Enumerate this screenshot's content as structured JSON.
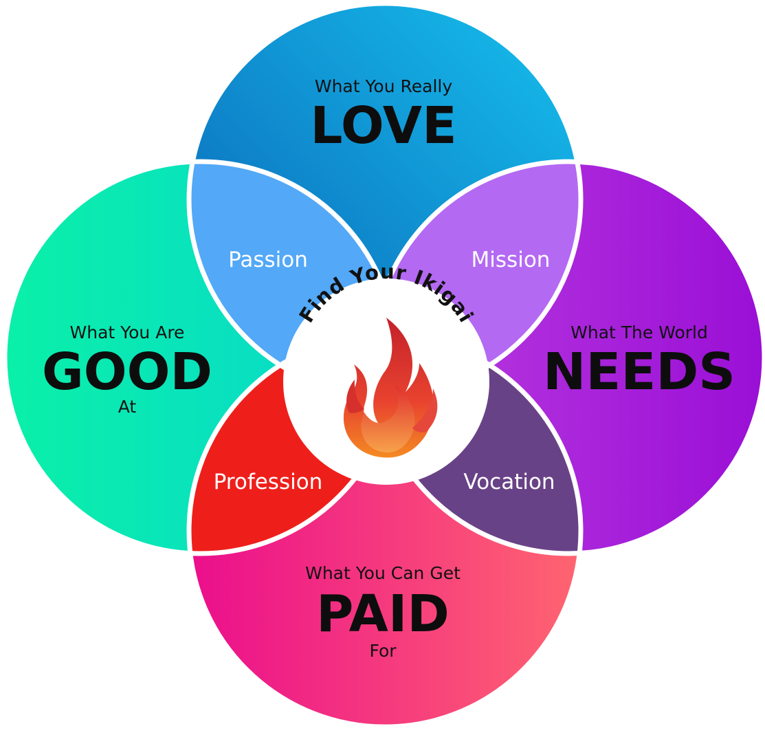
{
  "circles": {
    "love": {
      "subtitle": "What You Really",
      "keyword": "LOVE",
      "trailer": ""
    },
    "good": {
      "subtitle": "What You Are",
      "keyword": "GOOD",
      "trailer": "At"
    },
    "needs": {
      "subtitle": "What The World",
      "keyword": "NEEDS",
      "trailer": ""
    },
    "paid": {
      "subtitle": "What You Can Get",
      "keyword": "PAID",
      "trailer": "For"
    }
  },
  "overlaps": {
    "passion": "Passion",
    "mission": "Mission",
    "profession": "Profession",
    "vocation": "Vocation"
  },
  "center": {
    "title": "Find Your Ikigai",
    "icon": "flame-icon"
  },
  "colors": {
    "love": [
      "#0a5fb4",
      "#16c1ee"
    ],
    "good": [
      "#0af0a8",
      "#08d6cf"
    ],
    "needs": [
      "#bb3ee0",
      "#9a0fd6"
    ],
    "paid": [
      "#eb0e8c",
      "#ff6570"
    ],
    "passion": "#53a8f7",
    "mission": "#b469f2",
    "profession": "#ee1f1b",
    "vocation": "#684286"
  }
}
